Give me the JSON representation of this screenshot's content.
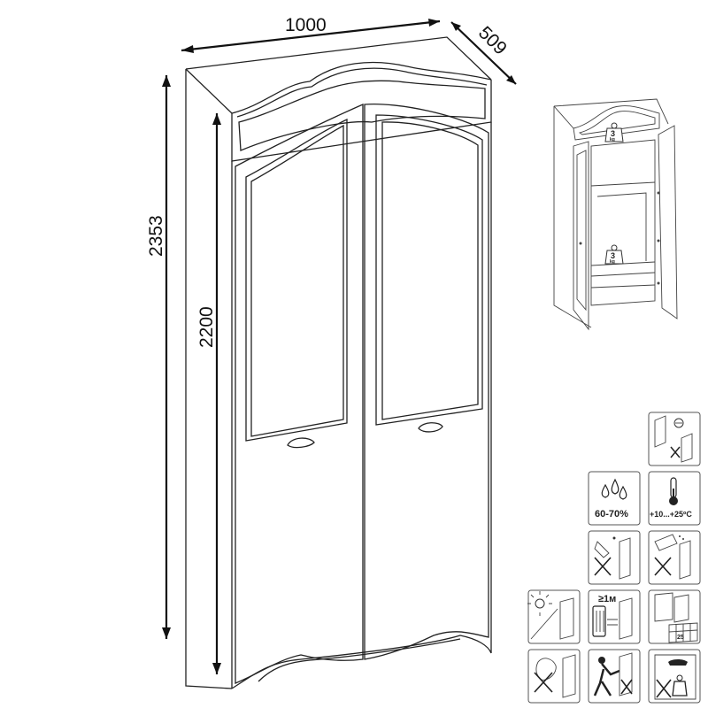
{
  "dimensions": {
    "width": "1000",
    "depth": "509",
    "height_total": "2353",
    "height_doors": "2200"
  },
  "load_labels": {
    "upper_value": "3",
    "upper_unit": "kg",
    "lower_value": "3",
    "lower_unit": "kg"
  },
  "icons": {
    "humidity": "60-70%",
    "temperature": "+10...+25ºC",
    "min_distance": "≥1м",
    "floor_scale": "25"
  },
  "icon_names": {
    "door_adjust": "door-adjust-icon",
    "humidity": "humidity-drops-icon",
    "temperature": "thermometer-icon",
    "no_water_spray": "no-water-spray-icon",
    "no_chemicals": "no-chemical-cleaning-icon",
    "no_direct_sun": "no-direct-sunlight-icon",
    "heater_distance": "heater-distance-icon",
    "assembly_layout": "assembly-layout-icon",
    "no_hand_cleaning": "no-abrasive-cleaning-icon",
    "no_pushing": "no-pushing-icon",
    "no_overload": "no-overload-icon"
  }
}
